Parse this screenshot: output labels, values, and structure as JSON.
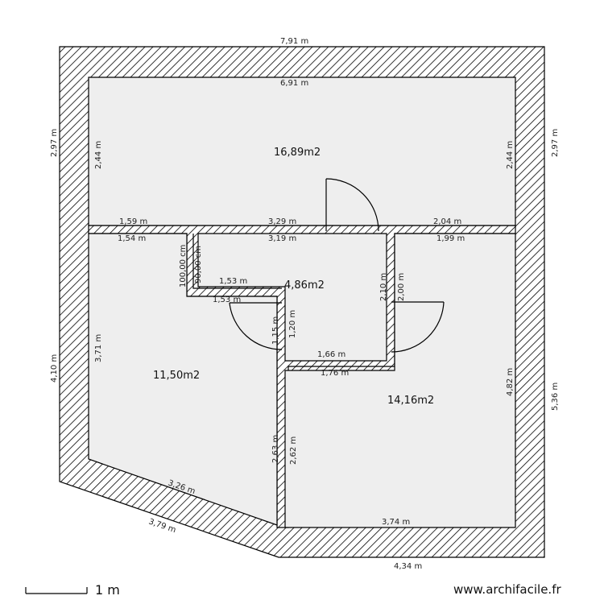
{
  "rooms": [
    {
      "id": "top-room",
      "area": "16,89m2"
    },
    {
      "id": "left-room",
      "area": "11,50m2"
    },
    {
      "id": "center-room",
      "area": "4,86m2"
    },
    {
      "id": "right-room",
      "area": "14,16m2"
    }
  ],
  "dimensions": {
    "outer_top": "7,91 m",
    "inner_top": "6,91 m",
    "outer_left_top": "2,97 m",
    "inner_left_top": "2,44 m",
    "inner_right_top": "2,44 m",
    "outer_right_top": "2,97 m",
    "wall_a_top": "1,59 m",
    "wall_a_bottom": "1,54 m",
    "wall_b_top": "3,29 m",
    "wall_b_bottom": "3,19 m",
    "wall_c_top": "2,04 m",
    "wall_c_bottom": "1,99 m",
    "nook_outer": "100,00 cm",
    "nook_inner": "90,00 cm",
    "nook_top": "1,53 m",
    "nook_bottom": "1,53 m",
    "center_right_a": "2,10 m",
    "center_right_b": "2,00 m",
    "center_left_a": "1,15 m",
    "center_left_b": "1,20 m",
    "center_bottom_a": "1,66 m",
    "center_bottom_b": "1,76 m",
    "outer_left_bottom": "4,10 m",
    "inner_left_bottom": "3,71 m",
    "inner_right_bottom": "4,82 m",
    "outer_right_bottom": "5,36 m",
    "mid_wall_a": "2,63 m",
    "mid_wall_b": "2,62 m",
    "diag_inner": "3,26 m",
    "diag_outer": "3,79 m",
    "bottom_inner": "3,74 m",
    "bottom_outer": "4,34 m"
  },
  "scale_label": "1 m",
  "brand": "www.archifacile.fr"
}
